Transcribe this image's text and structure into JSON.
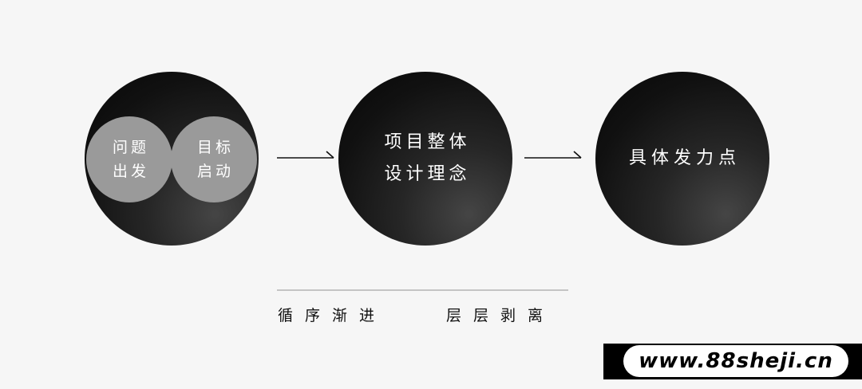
{
  "colors": {
    "background": "#f6f6f6",
    "circle_dark": "#111111",
    "inner_circle": "#9a9a9a",
    "divider": "#c4c4c4",
    "text_dark": "#111111",
    "text_light": "#ffffff"
  },
  "diagram": {
    "step1": {
      "left_bubble": {
        "line1": "问题",
        "line2": "出发"
      },
      "right_bubble": {
        "line1": "目标",
        "line2": "启动"
      }
    },
    "step2": {
      "line1": "项目整体",
      "line2": "设计理念"
    },
    "step3": {
      "label": "具体发力点"
    },
    "arrows": [
      "arrow-right-icon",
      "arrow-right-icon"
    ]
  },
  "caption": {
    "left": "循序渐进",
    "right": "层层剥离"
  },
  "watermark": {
    "text": "www.88sheji.cn"
  }
}
